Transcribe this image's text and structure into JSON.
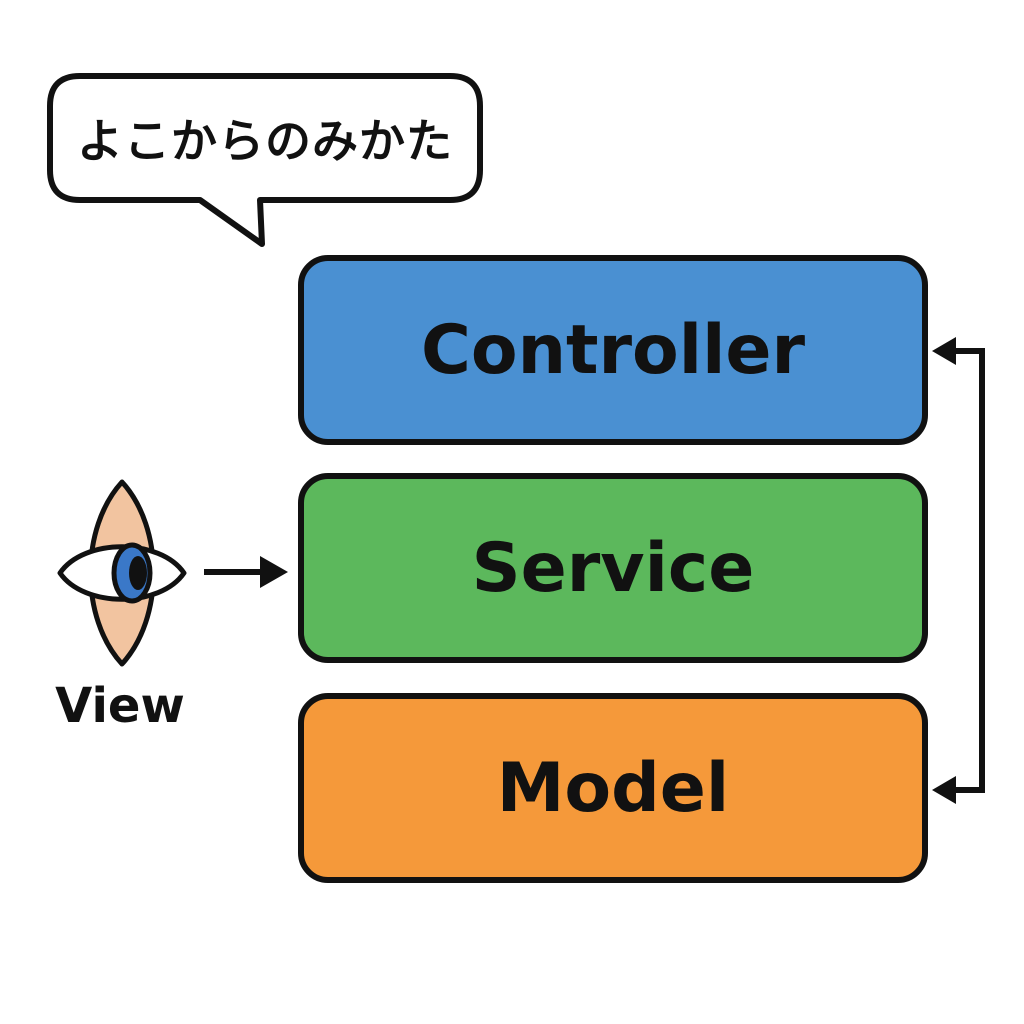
{
  "speech_bubble": {
    "text": "よこからのみかた"
  },
  "layers": {
    "controller": {
      "label": "Controller",
      "color": "#4a90d2"
    },
    "service": {
      "label": "Service",
      "color": "#5cb85c"
    },
    "model": {
      "label": "Model",
      "color": "#f5993a"
    }
  },
  "viewer": {
    "label": "View",
    "icon": "eye-icon",
    "iris_color": "#3a78c8",
    "skin_color": "#f2c4a0"
  },
  "line_color": "#111111"
}
